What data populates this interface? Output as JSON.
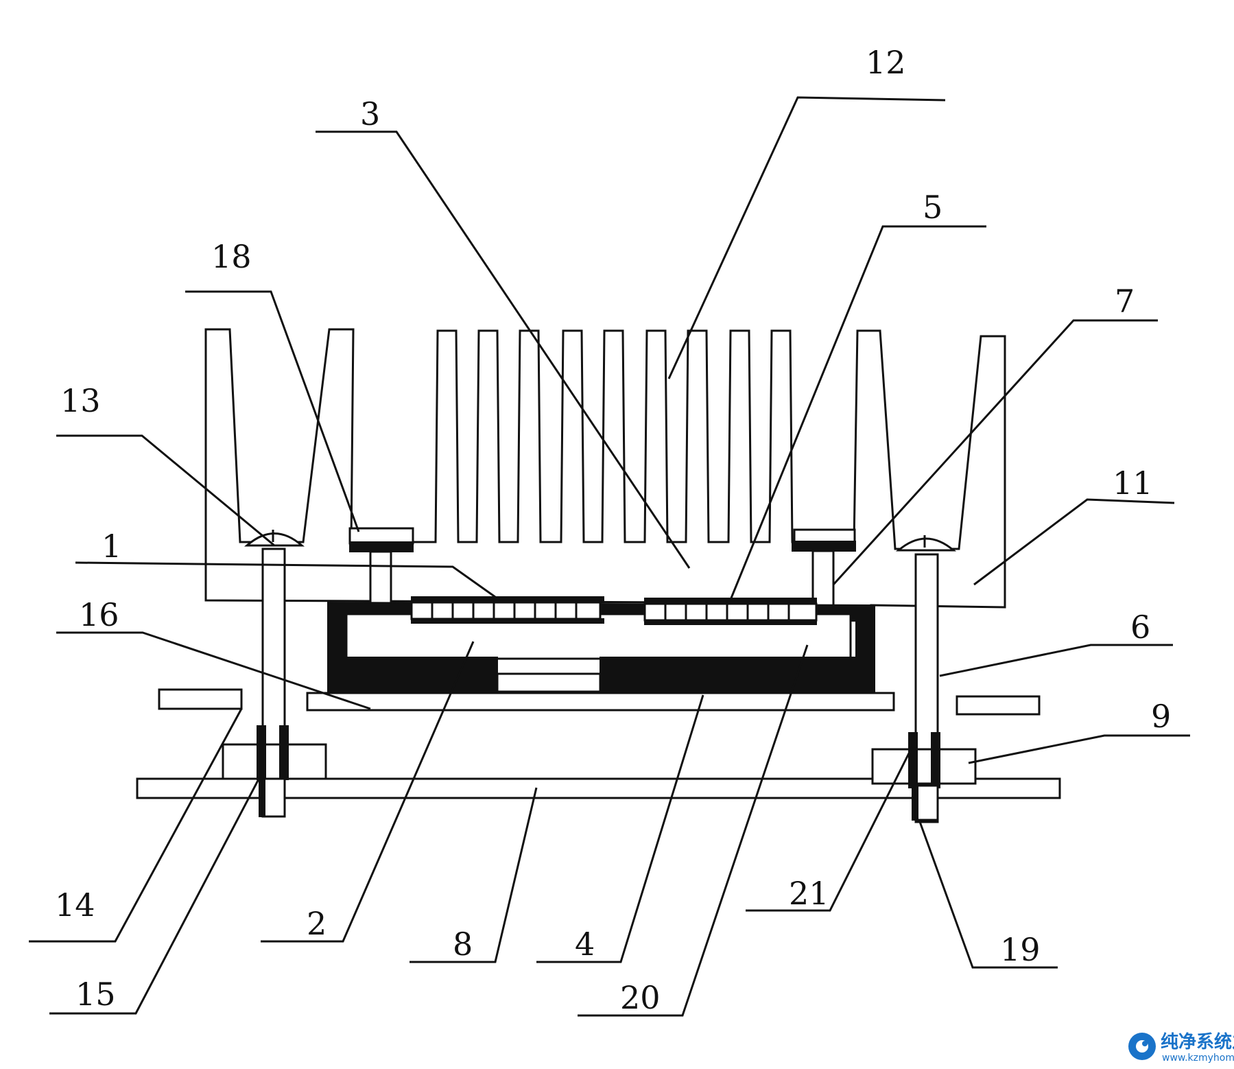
{
  "labels": {
    "l1": "1",
    "l2": "2",
    "l3": "3",
    "l4": "4",
    "l5": "5",
    "l6": "6",
    "l7": "7",
    "l8": "8",
    "l9": "9",
    "l11": "11",
    "l12": "12",
    "l13": "13",
    "l14": "14",
    "l15": "15",
    "l16": "16",
    "l18": "18",
    "l19": "19",
    "l20": "20",
    "l21": "21"
  },
  "watermark": {
    "title": "纯净系统之家",
    "url": "www.kzmyhome.com"
  },
  "colors": {
    "line": "#111111",
    "watermark": "#1a73c9"
  },
  "icons": {
    "watermark_logo": "blue-swirl-logo-icon"
  }
}
